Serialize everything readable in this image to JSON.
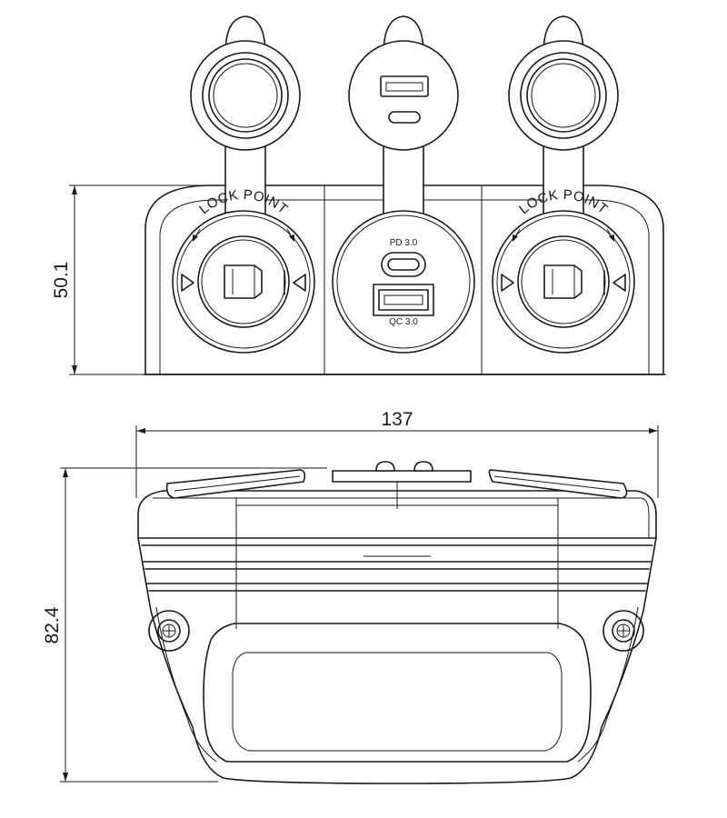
{
  "dimensions": {
    "height_top": "50.1",
    "width_front": "137",
    "height_front": "82.4"
  },
  "labels": {
    "lock_point_left": "LOCK POINT",
    "lock_point_right": "LOCK POINT",
    "usb_c_standard": "PD 3.0",
    "usb_a_standard": "QC 3.0"
  }
}
